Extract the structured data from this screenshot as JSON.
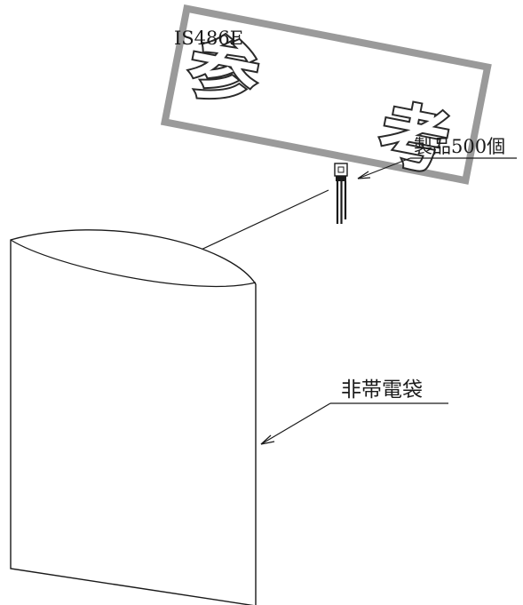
{
  "part_number": "IS486E",
  "stamp": {
    "char_1": "参",
    "char_2": "考"
  },
  "callouts": {
    "product_qty": "製品500個",
    "bag_label": "非帯電袋"
  }
}
